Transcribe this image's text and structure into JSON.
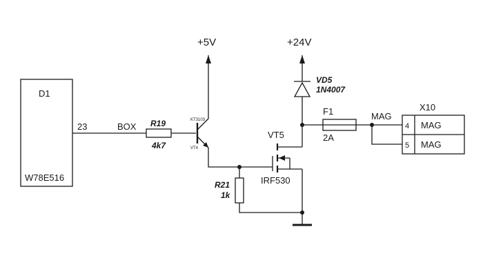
{
  "mcu": {
    "ref": "D1",
    "part": "W78E516",
    "pin": "23",
    "net": "BOX"
  },
  "r19": {
    "ref": "R19",
    "value": "4k7"
  },
  "vt4": {
    "part": "KT3103",
    "ref": "VT4"
  },
  "rail_5v": {
    "label": "+5V"
  },
  "rail_24v": {
    "label": "+24V"
  },
  "vd5": {
    "ref": "VD5",
    "part": "1N4007"
  },
  "vt5": {
    "ref": "VT5",
    "part": "IRF530"
  },
  "r21": {
    "ref": "R21",
    "value": "1k"
  },
  "f1": {
    "ref": "F1",
    "value": "2A"
  },
  "net_mag": {
    "label": "MAG"
  },
  "x10": {
    "ref": "X10",
    "pins": [
      {
        "num": "4",
        "name": "MAG"
      },
      {
        "num": "5",
        "name": "MAG"
      }
    ]
  }
}
